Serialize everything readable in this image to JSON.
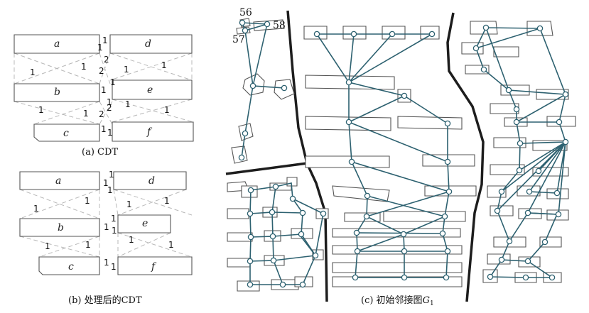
{
  "captions": {
    "a": "(a) CDT",
    "b": "(b) 处理后的CDT",
    "c_prefix": "(c) 初始邻接图",
    "c_var": "G",
    "c_sub": "1"
  },
  "building_labels": [
    "a",
    "b",
    "c",
    "d",
    "e",
    "f"
  ],
  "panel_a_numbers": [
    "1",
    "1",
    "1",
    "1",
    "1",
    "1",
    "1",
    "1",
    "1",
    "1",
    "1",
    "1",
    "1",
    "1",
    "1",
    "2",
    "2",
    "2",
    "2"
  ],
  "panel_b_numbers": [
    "1",
    "1",
    "1",
    "1",
    "1",
    "1",
    "1",
    "1",
    "1",
    "1",
    "1",
    "1",
    "1",
    "1",
    "1",
    "1"
  ],
  "node_ids": [
    "56",
    "57",
    "58"
  ],
  "colors": {
    "graph": "#2d6170",
    "divider": "#1d1d1d",
    "cdt": "#b8b8b8",
    "building": "#555555"
  }
}
